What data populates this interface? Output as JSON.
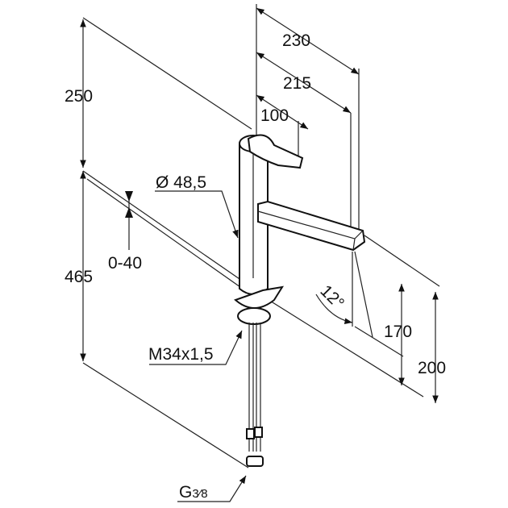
{
  "title": "Faucet dimension drawing",
  "dimensions": {
    "total_reach": "230",
    "spout_reach": "215",
    "handle_reach": "100",
    "height_above_deck": "250",
    "overall_height": "465",
    "deck_thickness": "0-40",
    "body_diameter": "Ø 48,5",
    "spout_clearance": "170",
    "spout_height": "200",
    "spout_angle": "12°",
    "mounting_thread": "M34x1,5",
    "connection_thread_prefix": "G",
    "connection_thread_fraction": "3⁄8"
  },
  "colors": {
    "line": "#222222",
    "background": "#ffffff"
  }
}
